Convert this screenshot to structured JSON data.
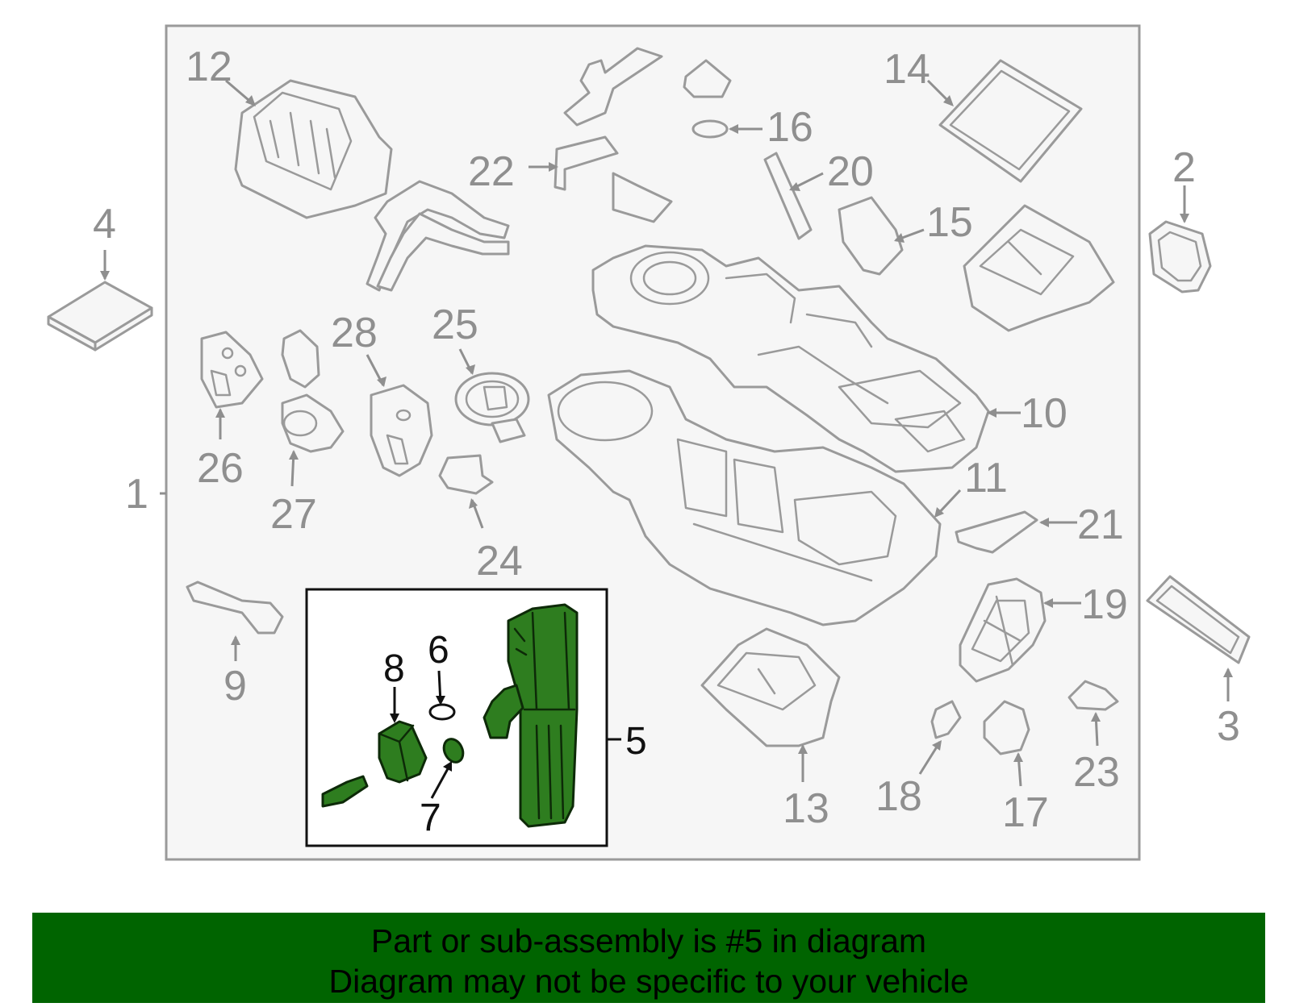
{
  "diagram": {
    "callouts": {
      "c1": "1",
      "c2": "2",
      "c3": "3",
      "c4": "4",
      "c5": "5",
      "c6": "6",
      "c7": "7",
      "c8": "8",
      "c9": "9",
      "c10": "10",
      "c11": "11",
      "c12": "12",
      "c13": "13",
      "c14": "14",
      "c15": "15",
      "c16": "16",
      "c17": "17",
      "c18": "18",
      "c19": "19",
      "c20": "20",
      "c21": "21",
      "c22": "22",
      "c23": "23",
      "c24": "24",
      "c25": "25",
      "c26": "26",
      "c27": "27",
      "c28": "28"
    },
    "colors": {
      "highlight": "#2e7d1f",
      "line": "#9a9a9a",
      "banner": "#006400"
    }
  },
  "banner": {
    "line1": "Part or sub-assembly is #5 in diagram",
    "line2": "Diagram may not be specific to your vehicle"
  }
}
